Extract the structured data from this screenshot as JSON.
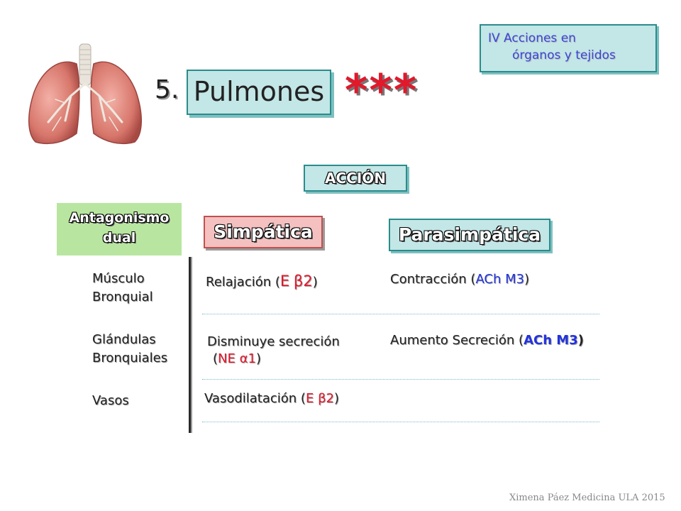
{
  "section": {
    "line1": "IV Acciones en",
    "line2": "órganos y tejidos"
  },
  "slide": {
    "number": "5.",
    "title": "Pulmones",
    "stars": "***"
  },
  "accion_label": "ACCIÓN",
  "antagonism": {
    "line1": "Antagonismo",
    "line2": "dual"
  },
  "columns": {
    "sympathetic": "Simpática",
    "parasympathetic": "Parasimpática"
  },
  "rows": [
    {
      "organ_line1": "Músculo",
      "organ_line2": "Bronquial",
      "symp_text": "Relajación (",
      "symp_agent": "E",
      "symp_receptor": "β2",
      "symp_close": ")",
      "para_text": "Contracción (",
      "para_agent": "ACh M3",
      "para_close": ")"
    },
    {
      "organ_line1": "Glándulas",
      "organ_line2": "Bronquiales",
      "symp_text_line1": "Disminuye secreción",
      "symp_open": "(",
      "symp_agent": "NE",
      "symp_receptor": "α1",
      "symp_close": ")",
      "para_text": "Aumento Secreción (",
      "para_agent": "ACh M3",
      "para_close": ")"
    },
    {
      "organ_line1": "Vasos",
      "symp_text": "Vasodilatación (",
      "symp_agent": "E",
      "symp_receptor": "β2",
      "symp_close": ")"
    }
  ],
  "footer": "Ximena Páez Medicina ULA 2015",
  "colors": {
    "red": "#e0192c",
    "blue": "#2233dd",
    "teal_box": "#c3e6e6",
    "green_box": "#b8e6a0",
    "pink_box": "#f4c0c0"
  },
  "icons": {
    "lungs": "lungs-illustration"
  }
}
